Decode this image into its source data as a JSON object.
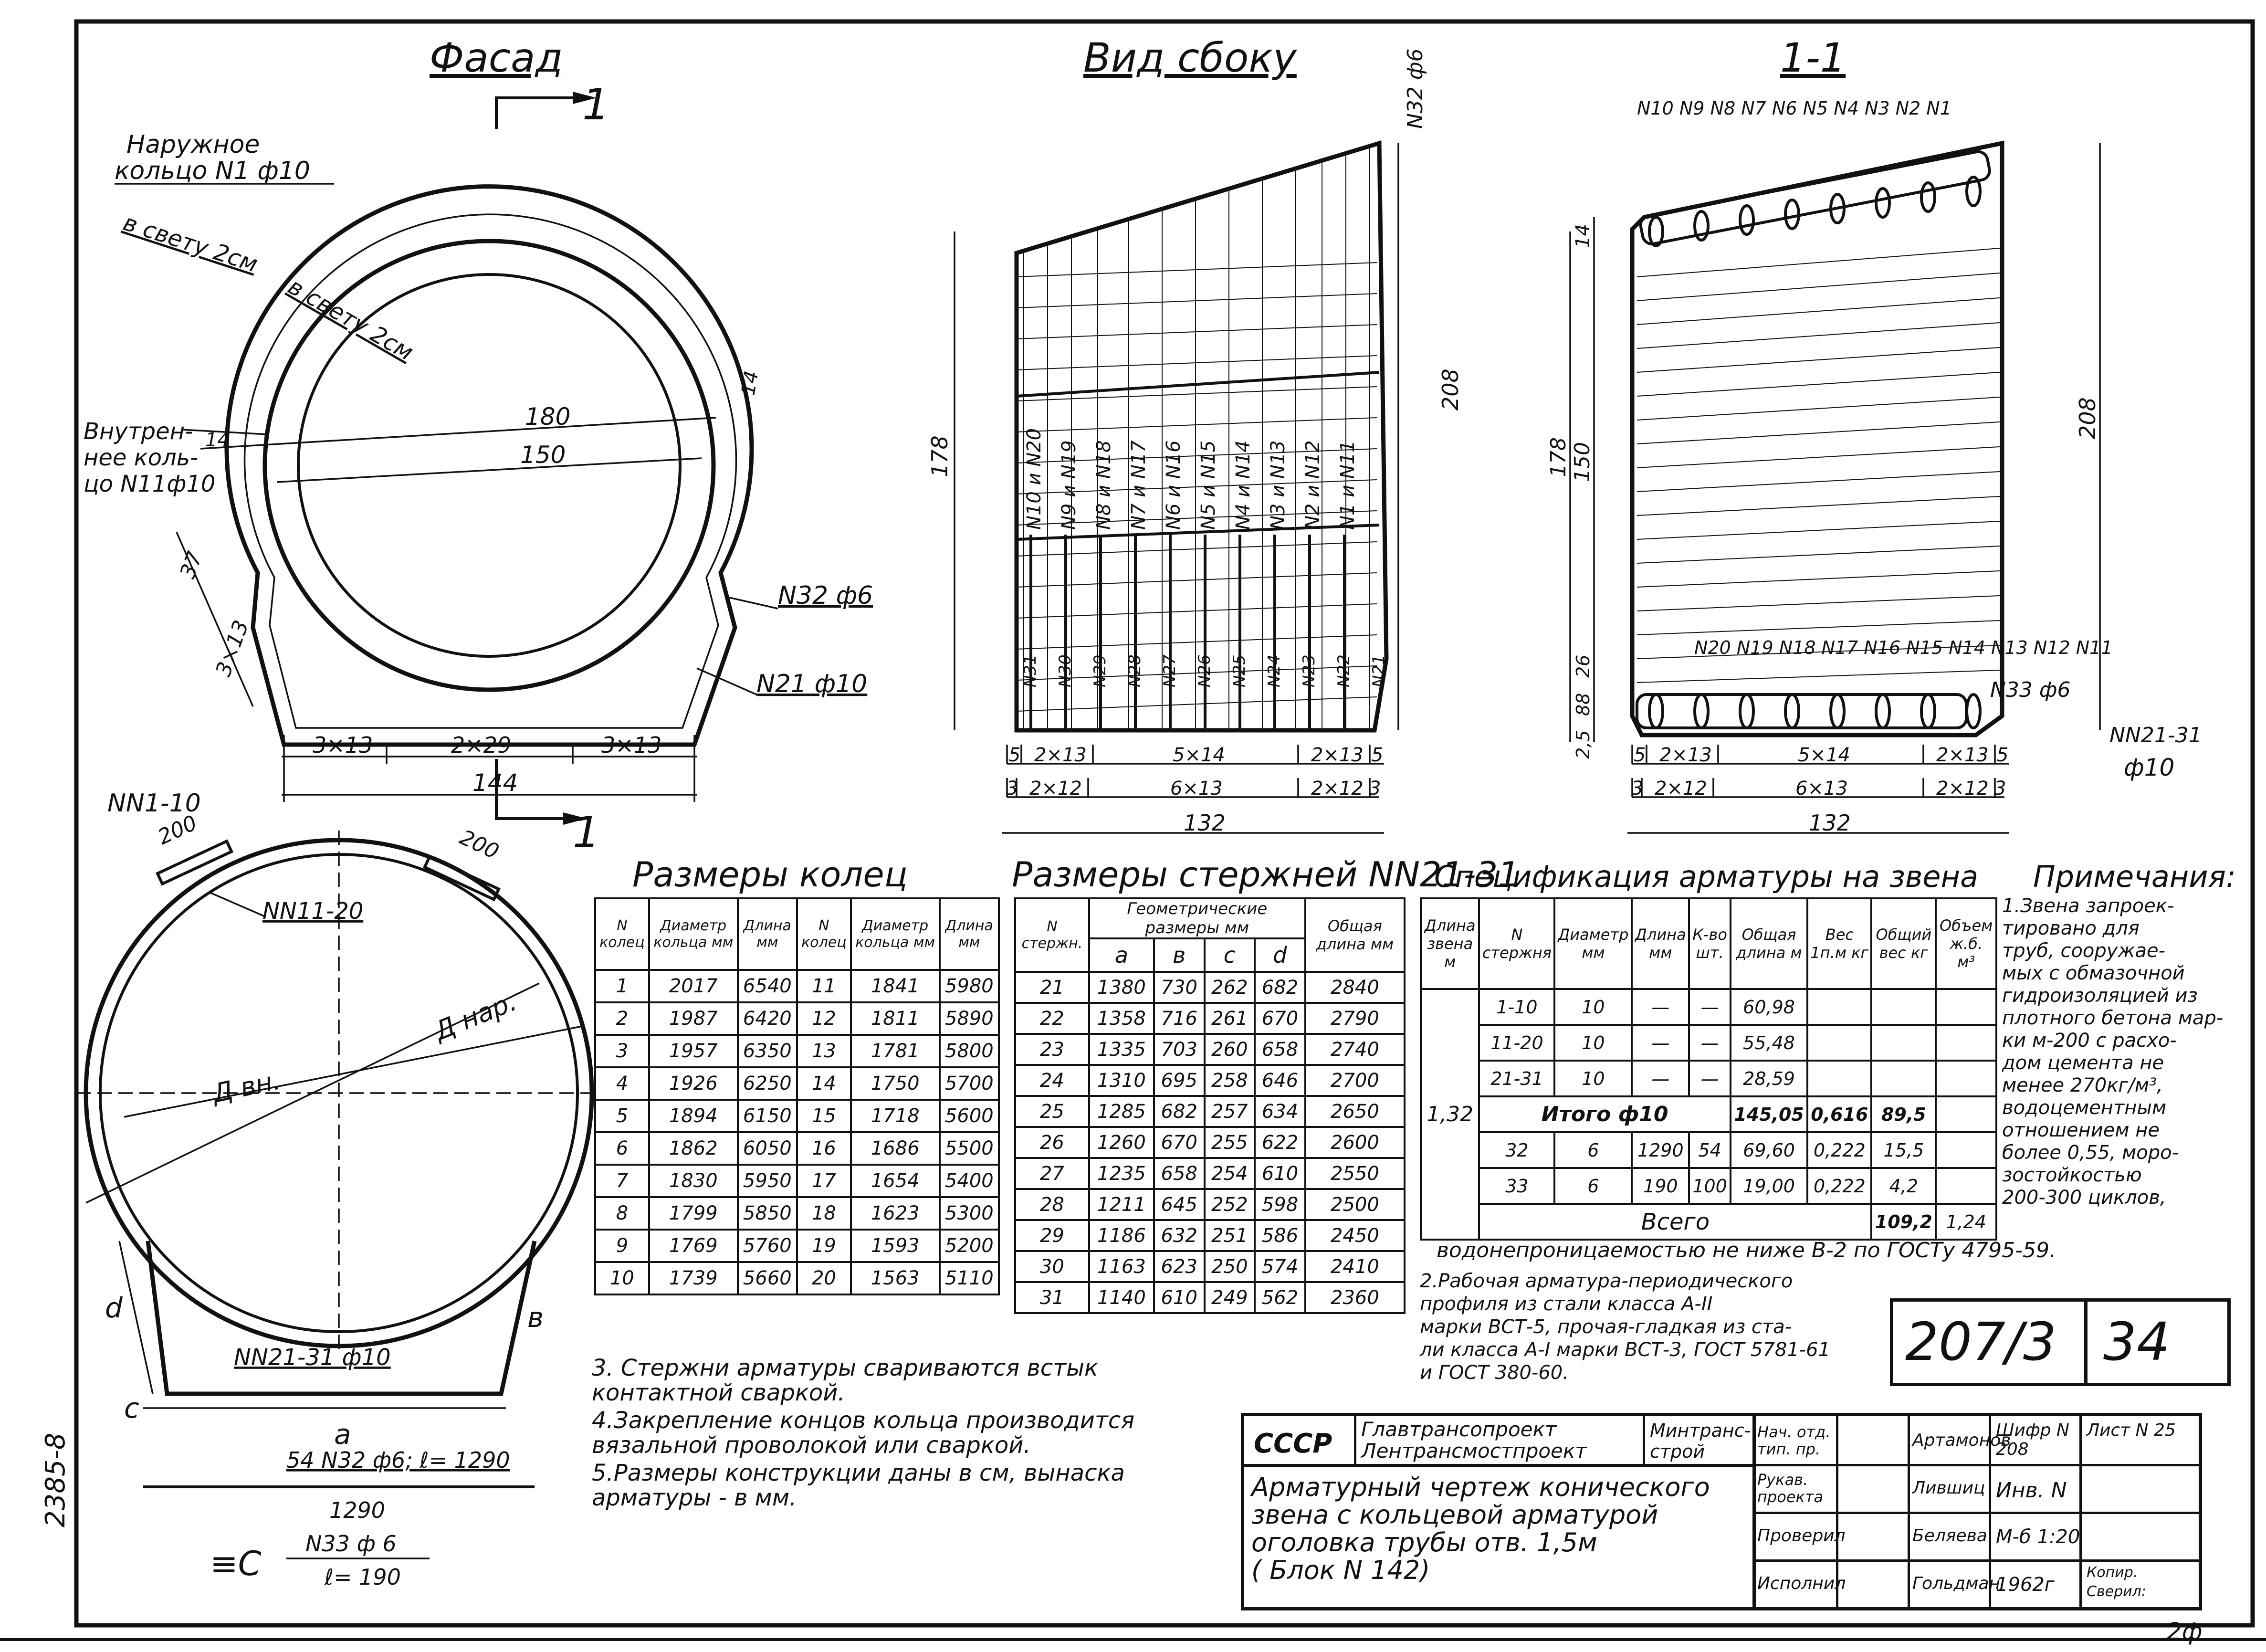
{
  "views": {
    "facade_title": "Фасад",
    "side_title": "Вид сбоку",
    "section_title": "1-1",
    "section_mark": "1"
  },
  "facade": {
    "outer_ring_label": "Наружное кольцо N1 ф10",
    "clear_gap_1": "в свету 2см",
    "clear_gap_2": "в свету 2см",
    "inner_ring_label": "Внутрен-нее коль-цо N11 ф10",
    "dim_outer": "180",
    "dim_inner": "150",
    "dim_14a": "14",
    "dim_14b": "14",
    "dim_37": "37",
    "dim_3x13_side": "3×13",
    "rebar_n32": "N32 ф6",
    "rebar_n21": "N21 ф10",
    "bottom_dims": [
      "3×13",
      "2×29",
      "3×13"
    ],
    "dim_total": "144"
  },
  "side": {
    "top_label": "N32 ф6",
    "dim_178": "178",
    "dim_208": "208",
    "bar_labels": [
      "N10 и N20",
      "N9 и N19",
      "N8 и N18",
      "N7 и N17",
      "N6 и N16",
      "N5 и N15",
      "N4 и N14",
      "N3 и N13",
      "N2 и N12",
      "N1 и N11"
    ],
    "bottom_bar_labels": [
      "N31",
      "N30",
      "N29",
      "N28",
      "N27",
      "N26",
      "N25",
      "N24",
      "N23",
      "N22",
      "N21"
    ],
    "dims_row1": [
      "5",
      "2×13",
      "5×14",
      "2×13",
      "5"
    ],
    "dims_row2": [
      "3",
      "2×12",
      "6×13",
      "2×12",
      "3"
    ],
    "dim_total": "132"
  },
  "section": {
    "top_labels": "N10 N9 N8 N7 N6 N5 N4 N3 N2 N1",
    "bottom_labels": "N20 N19 N18 N17 N16 N15 N14 N13 N12 N11",
    "n33_label": "N33 ф6",
    "n21_31_label": "NN21-31",
    "n21_31_dia": "ф10",
    "dim_14": "14",
    "dim_178": "178",
    "dim_150": "150",
    "dim_26": "26",
    "dim_88": "88",
    "dim_25": "2,5",
    "dim_208": "208",
    "dims_row1": [
      "5",
      "2×13",
      "5×14",
      "2×13",
      "5"
    ],
    "dims_row2": [
      "3",
      "2×12",
      "6×13",
      "2×12",
      "3"
    ],
    "dim_total": "132"
  },
  "ring_detail": {
    "nn1_10": "NN1-10",
    "dim_200a": "200",
    "dim_200b": "200",
    "nn11_20": "NN11-20",
    "d_outer": "Д нар.",
    "d_inner": "Д вн.",
    "label_d": "d",
    "label_b": "в",
    "label_c": "c",
    "label_a": "a",
    "nn21_31": "NN21-31 ф10",
    "bar_54": "54 N32 ф6; ℓ= 1290",
    "bar_1290": "1290",
    "n33": "N33 ф 6",
    "n33_len": "ℓ= 190",
    "n33_sym": "≡С",
    "side_stamp": "2385-8"
  },
  "ring_table": {
    "title": "Размеры колец",
    "headers": [
      "N колец",
      "Диаметр кольца",
      "Длина",
      "N колец",
      "Диаметр кольца",
      "Длина"
    ],
    "units": [
      "",
      "мм",
      "мм",
      "",
      "мм",
      "мм"
    ],
    "rows": [
      [
        "1",
        "2017",
        "6540",
        "11",
        "1841",
        "5980"
      ],
      [
        "2",
        "1987",
        "6420",
        "12",
        "1811",
        "5890"
      ],
      [
        "3",
        "1957",
        "6350",
        "13",
        "1781",
        "5800"
      ],
      [
        "4",
        "1926",
        "6250",
        "14",
        "1750",
        "5700"
      ],
      [
        "5",
        "1894",
        "6150",
        "15",
        "1718",
        "5600"
      ],
      [
        "6",
        "1862",
        "6050",
        "16",
        "1686",
        "5500"
      ],
      [
        "7",
        "1830",
        "5950",
        "17",
        "1654",
        "5400"
      ],
      [
        "8",
        "1799",
        "5850",
        "18",
        "1623",
        "5300"
      ],
      [
        "9",
        "1769",
        "5760",
        "19",
        "1593",
        "5200"
      ],
      [
        "10",
        "1739",
        "5660",
        "20",
        "1563",
        "5110"
      ]
    ]
  },
  "rod_table": {
    "title": "Размеры стержней NN21-31",
    "header_n": "N стержн.",
    "header_geom": "Геометрические размеры мм",
    "header_total": "Общая длина мм",
    "cols": [
      "a",
      "в",
      "c",
      "d"
    ],
    "rows": [
      [
        "21",
        "1380",
        "730",
        "262",
        "682",
        "2840"
      ],
      [
        "22",
        "1358",
        "716",
        "261",
        "670",
        "2790"
      ],
      [
        "23",
        "1335",
        "703",
        "260",
        "658",
        "2740"
      ],
      [
        "24",
        "1310",
        "695",
        "258",
        "646",
        "2700"
      ],
      [
        "25",
        "1285",
        "682",
        "257",
        "634",
        "2650"
      ],
      [
        "26",
        "1260",
        "670",
        "255",
        "622",
        "2600"
      ],
      [
        "27",
        "1235",
        "658",
        "254",
        "610",
        "2550"
      ],
      [
        "28",
        "1211",
        "645",
        "252",
        "598",
        "2500"
      ],
      [
        "29",
        "1186",
        "632",
        "251",
        "586",
        "2450"
      ],
      [
        "30",
        "1163",
        "623",
        "250",
        "574",
        "2410"
      ],
      [
        "31",
        "1140",
        "610",
        "249",
        "562",
        "2360"
      ]
    ]
  },
  "spec_table": {
    "title": "Спецификация арматуры на звена",
    "headers": [
      "Длина звена м",
      "N стержня",
      "Диаметр мм",
      "Длина мм",
      "К-во шт.",
      "Общая длина м",
      "Вес 1п.м кг",
      "Общий вес кг",
      "Объем ж.б. м³"
    ],
    "length": "1,32",
    "rows": [
      [
        "1-10",
        "10",
        "—",
        "—",
        "60,98",
        "",
        "",
        ""
      ],
      [
        "11-20",
        "10",
        "—",
        "—",
        "55,48",
        "",
        "",
        ""
      ],
      [
        "21-31",
        "10",
        "—",
        "—",
        "28,59",
        "",
        "",
        ""
      ]
    ],
    "total10": [
      "Итого ф10",
      "145,05",
      "0,616",
      "89,5"
    ],
    "rows2": [
      [
        "32",
        "6",
        "1290",
        "54",
        "69,60",
        "0,222",
        "15,5"
      ],
      [
        "33",
        "6",
        "190",
        "100",
        "19,00",
        "0,222",
        "4,2"
      ]
    ],
    "grand": [
      "Всего",
      "109,2",
      "1,24"
    ]
  },
  "notes": {
    "title": "Примечания:",
    "note1": "1.Звена запроек-\nтировано для\nтруб, сооружае-\nмых с обмазочной\nгидроизоляцией из\nплотного бетона мар-\nки м-200 с расхо-\nдом цемента не\nменее 270кг/м³,\nводоцементным\nотношением не\nболее 0,55, моро-\nзостойкостью\n200-300 циклов,",
    "note1_cont": "водонепроницаемостью не ниже В-2 по ГОСТу 4795-59.",
    "note2": "2.Рабочая арматура-периодического\nпрофиля из стали класса А-II\nмарки ВСТ-5, прочая-гладкая из ста-\nли класса А-I марки ВСТ-3, ГОСТ 5781-61\nи ГОСТ 380-60.",
    "note3": "3. Стержни арматуры свариваются встык\n    контактной сваркой.",
    "note4": "4.Закрепление концов кольца производится\n   вязальной проволокой или сваркой.",
    "note5": "5.Размеры конструкции даны в см, вынаска\n   арматуры - в мм."
  },
  "sheet_box": {
    "series": "207/3",
    "sheet": "34"
  },
  "title_block": {
    "ussr": "СССР",
    "org": "Главтрансопроект\nЛентрансмостпроект",
    "ministry": "Минтранс-\nстрой",
    "title": "Арматурный чертеж конического\nзвена с кольцевой арматурой\nоголовка трубы отв. 1,5м\n( Блок N 142)",
    "roles": [
      "Нач. отд. тип. пр.",
      "Рукав. проекта",
      "Проверил",
      "Исполнил"
    ],
    "names": [
      "Артамонов",
      "Лившиц",
      "Беляева",
      "Гольдман"
    ],
    "cipher": "Шифр N 208",
    "list": "Лист N 25",
    "inv": "Инв. N",
    "scale_m": "М-б 1:20",
    "year": "1962г",
    "copy": "Копир.",
    "checked": "Сверил:"
  },
  "corner_mark": "2ф"
}
